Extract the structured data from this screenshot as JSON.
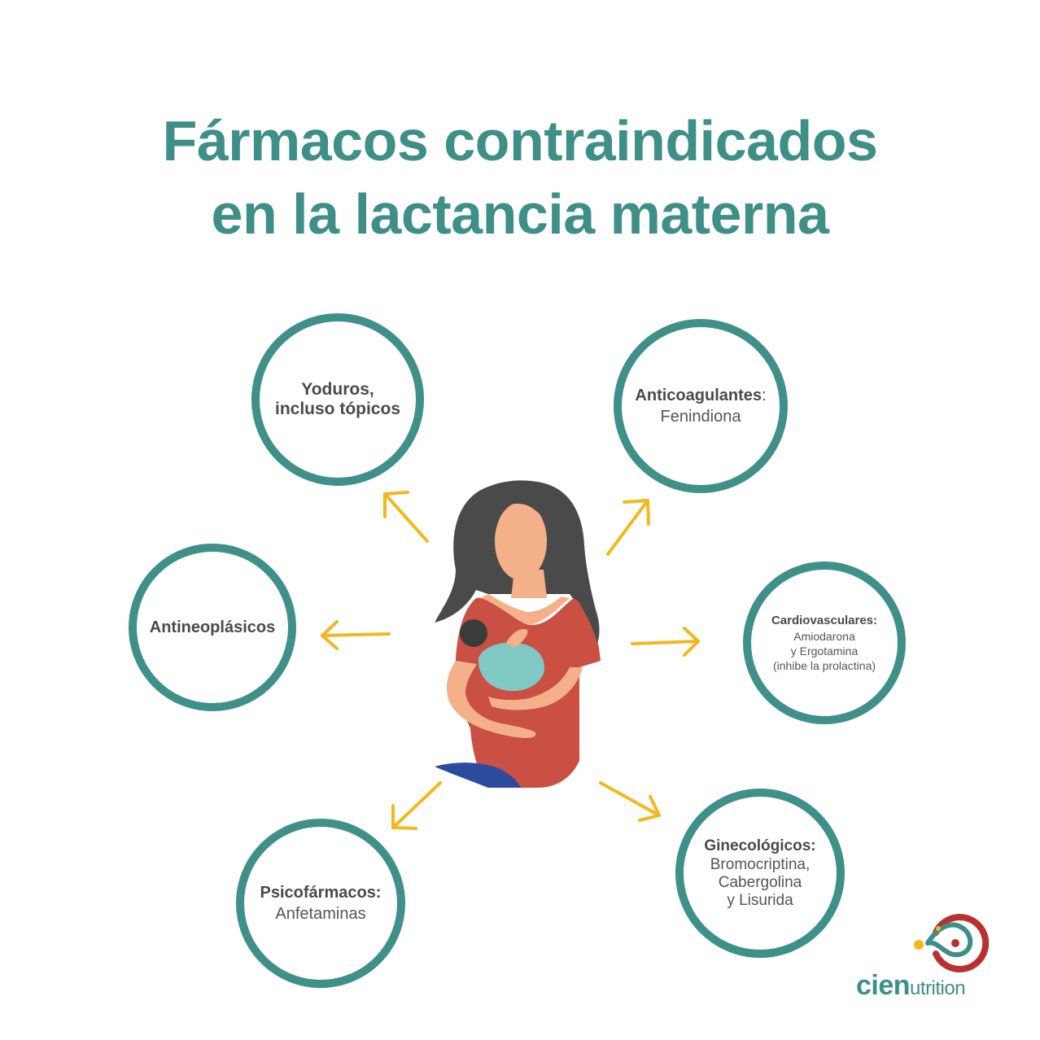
{
  "title": {
    "line1": "Fármacos contraindicados",
    "line2": "en la lactancia materna"
  },
  "categories": [
    {
      "id": "yoduros",
      "label": "Yoduros,",
      "label2": "incluso tópicos",
      "detail": []
    },
    {
      "id": "anticoagulantes",
      "label": "Anticoagulantes",
      "suffix": ":",
      "detail": [
        "Fenindiona"
      ]
    },
    {
      "id": "antineoplasicos",
      "label": "Antineoplásicos",
      "detail": []
    },
    {
      "id": "cardiovasculares",
      "label": "Cardiovasculares:",
      "detail": [
        "Amiodarona",
        "y Ergotamina",
        "(inhibe la prolactina)"
      ]
    },
    {
      "id": "psicofarmacos",
      "label": "Psicofármacos:",
      "detail": [
        "Anfetaminas"
      ]
    },
    {
      "id": "ginecologicos",
      "label": "Ginecológicos:",
      "detail": [
        "Bromocriptina,",
        "Cabergolina",
        "y Lisurida"
      ]
    }
  ],
  "logo": {
    "name_bold": "cien",
    "name_rest": "utrition"
  },
  "colors": {
    "accent": "#3d8f88",
    "arrow": "#f2b81e",
    "logo_red": "#b8312f",
    "logo_yellow": "#f2b81e",
    "logo_teal": "#3d8f88"
  },
  "icons": [
    "arrow-icon",
    "mother-breastfeeding-illustration",
    "cien-nutrition-logo-icon"
  ]
}
